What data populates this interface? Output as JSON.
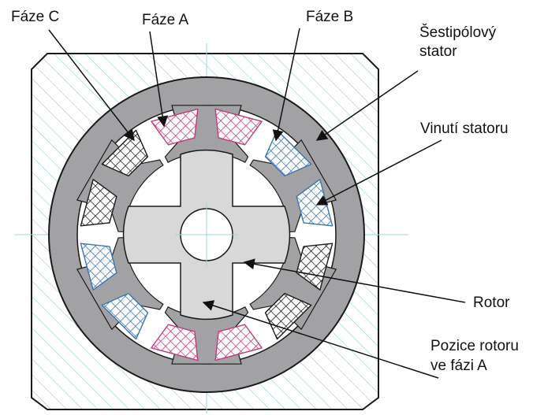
{
  "labels": {
    "phase_c": "Fáze C",
    "phase_a": "Fáze A",
    "phase_b": "Fáze B",
    "stator_line1": "Šestipólový",
    "stator_line2": "stator",
    "winding": "Vinutí statoru",
    "rotor": "Rotor",
    "rotor_pos_line1": "Pozice rotoru",
    "rotor_pos_line2": "ve fázi A"
  },
  "colors": {
    "phase_a": "#c03a7e",
    "phase_b": "#3a74b4",
    "phase_c": "#1a1a1a",
    "stator_iron": "#a2a2a4",
    "rotor": "#d8d8d8",
    "hatch": "#7fc8c8",
    "arrow": "#111111"
  }
}
